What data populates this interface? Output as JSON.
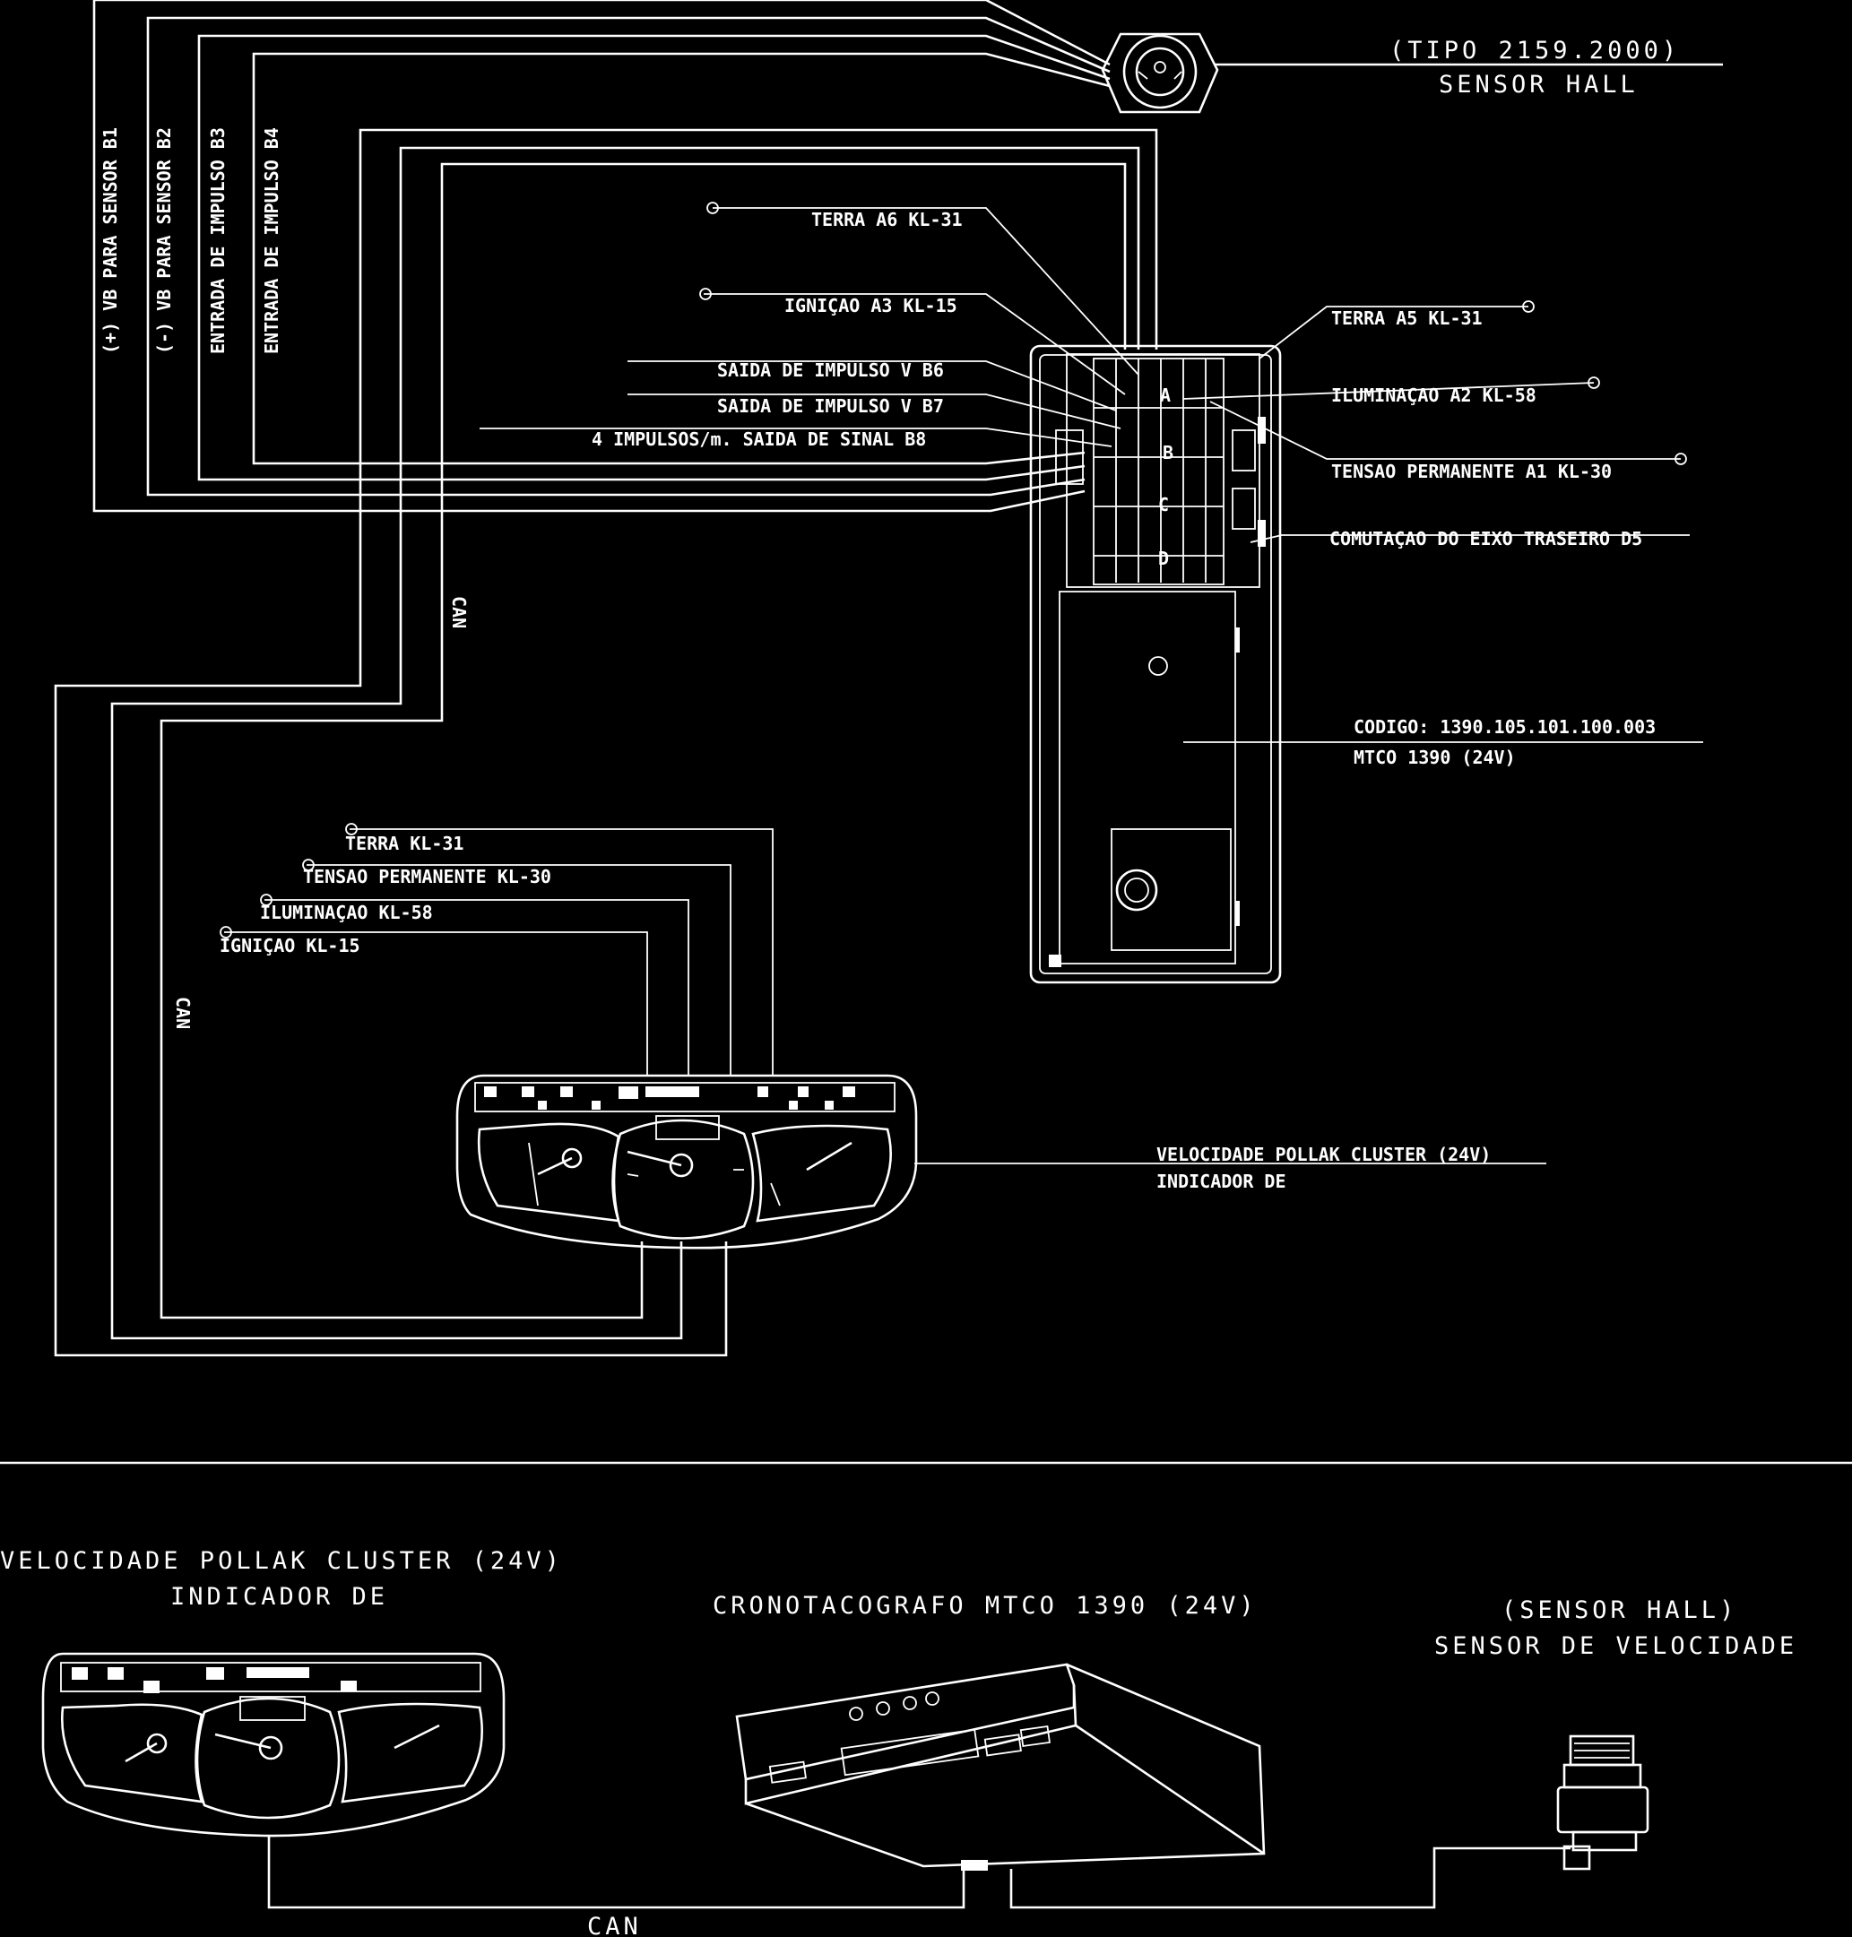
{
  "diagram": {
    "sensor": {
      "title_line1": "(TIPO 2159.2000)",
      "title_line2": "SENSOR HALL"
    },
    "sensor_wires": {
      "b1": "(+) VB PARA SENSOR B1",
      "b2": "(-) VB PARA SENSOR B2",
      "b3": "ENTRADA DE IMPULSO B3",
      "b4": "ENTRADA DE IMPULSO B4"
    },
    "connector_labels_left": {
      "a6": "TERRA A6 KL-31",
      "a3": "IGNIÇAO A3 KL-15",
      "b6": "SAIDA DE IMPULSO V B6",
      "b7": "SAIDA DE IMPULSO V B7",
      "b8": "4 IMPULSOS/m. SAIDA DE SINAL B8"
    },
    "connector_labels_right": {
      "a5": "TERRA A5 KL-31",
      "a2": "ILUMINAÇAO A2 KL-58",
      "a1": "TENSAO PERMANENTE A1 KL-30",
      "d5": "COMUTAÇAO DO EIXO TRASEIRO D5"
    },
    "connector_letters": [
      "A",
      "B",
      "C",
      "D"
    ],
    "mtco": {
      "code": "CODIGO: 1390.105.101.100.003",
      "name": "MTCO 1390 (24V)"
    },
    "can_labels": [
      "CAN",
      "CAN"
    ],
    "cluster_inputs": {
      "terra": "TERRA KL-31",
      "tensao": "TENSAO PERMANENTE KL-30",
      "iluminacao": "ILUMINAÇAO KL-58",
      "ignicao": "IGNIÇAO KL-15"
    },
    "cluster": {
      "line1": "VELOCIDADE POLLAK CLUSTER (24V)",
      "line2": "INDICADOR DE"
    }
  },
  "overview": {
    "cluster_line1": "VELOCIDADE POLLAK CLUSTER (24V)",
    "cluster_line2": "INDICADOR DE",
    "tacho": "CRONOTACOGRAFO MTCO 1390 (24V)",
    "sensor_line1": "(SENSOR HALL)",
    "sensor_line2": "SENSOR DE VELOCIDADE",
    "can": "CAN"
  }
}
